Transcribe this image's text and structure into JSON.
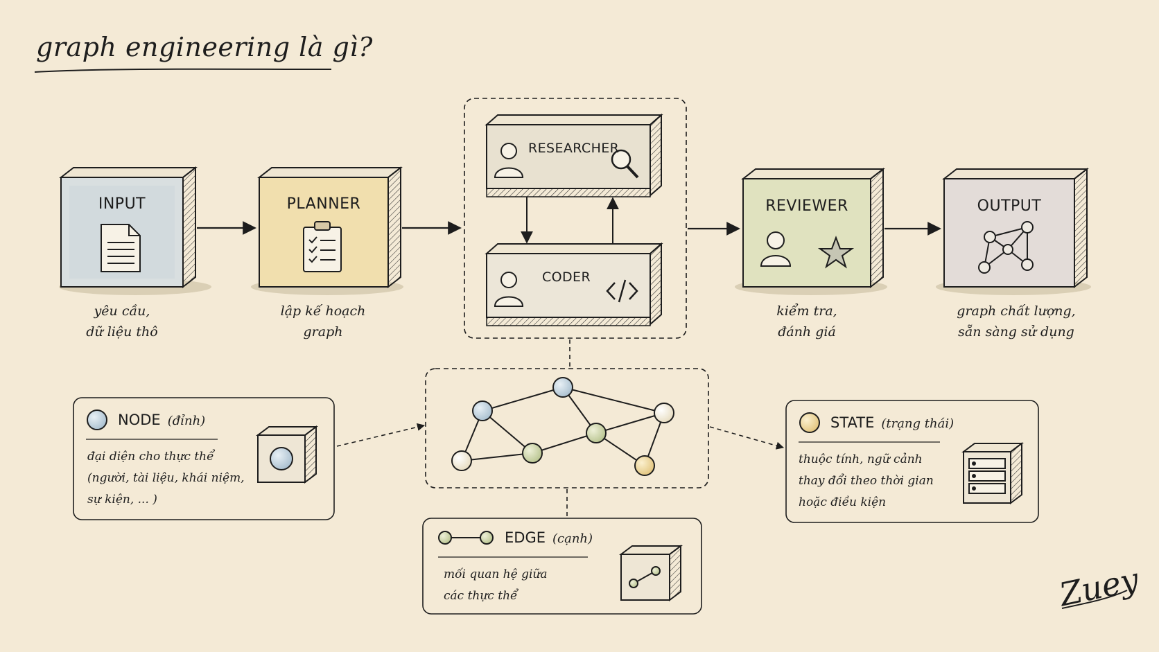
{
  "title": "graph engineering là gì?",
  "stages": {
    "input": {
      "label": "INPUT",
      "caption": [
        "yêu cầu,",
        "dữ liệu thô"
      ]
    },
    "planner": {
      "label": "PLANNER",
      "caption": [
        "lập kế hoạch",
        "graph"
      ]
    },
    "researcher": {
      "label": "RESEARCHER"
    },
    "coder": {
      "label": "CODER"
    },
    "reviewer": {
      "label": "REVIEWER",
      "caption": [
        "kiểm tra,",
        "đánh giá"
      ]
    },
    "output": {
      "label": "OUTPUT",
      "caption": [
        "graph chất lượng,",
        "sẵn sàng sử dụng"
      ]
    }
  },
  "legend": {
    "node": {
      "title": "NODE",
      "subtitle": "(đỉnh)",
      "desc": [
        "đại diện cho thực thể",
        "(người, tài liệu, khái niệm,",
        "sự kiện, ... )"
      ]
    },
    "state": {
      "title": "STATE",
      "subtitle": "(trạng thái)",
      "desc": [
        "thuộc tính, ngữ cảnh",
        "thay đổi theo thời gian",
        "hoặc điều kiện"
      ]
    },
    "edge": {
      "title": "EDGE",
      "subtitle": "(cạnh)",
      "desc": [
        "mối quan hệ giữa",
        "các thực thể"
      ]
    }
  },
  "signature": "Zuey",
  "colors": {
    "paper": "#f4ead6",
    "ink": "#1d1d1d",
    "input_fill": "#d9dfe0",
    "planner_fill": "#f1dfae",
    "reviewer_fill": "#e0e2bf",
    "output_fill": "#e3dcd8",
    "node_blue": "#b9cddb",
    "node_green": "#c9d4a8",
    "node_yellow": "#edd59a",
    "node_cream": "#f3ecd6"
  },
  "icons": [
    "document-icon",
    "clipboard-icon",
    "person-icon",
    "search-icon",
    "code-icon",
    "star-icon",
    "graph-icon",
    "database-icon",
    "edge-icon"
  ]
}
